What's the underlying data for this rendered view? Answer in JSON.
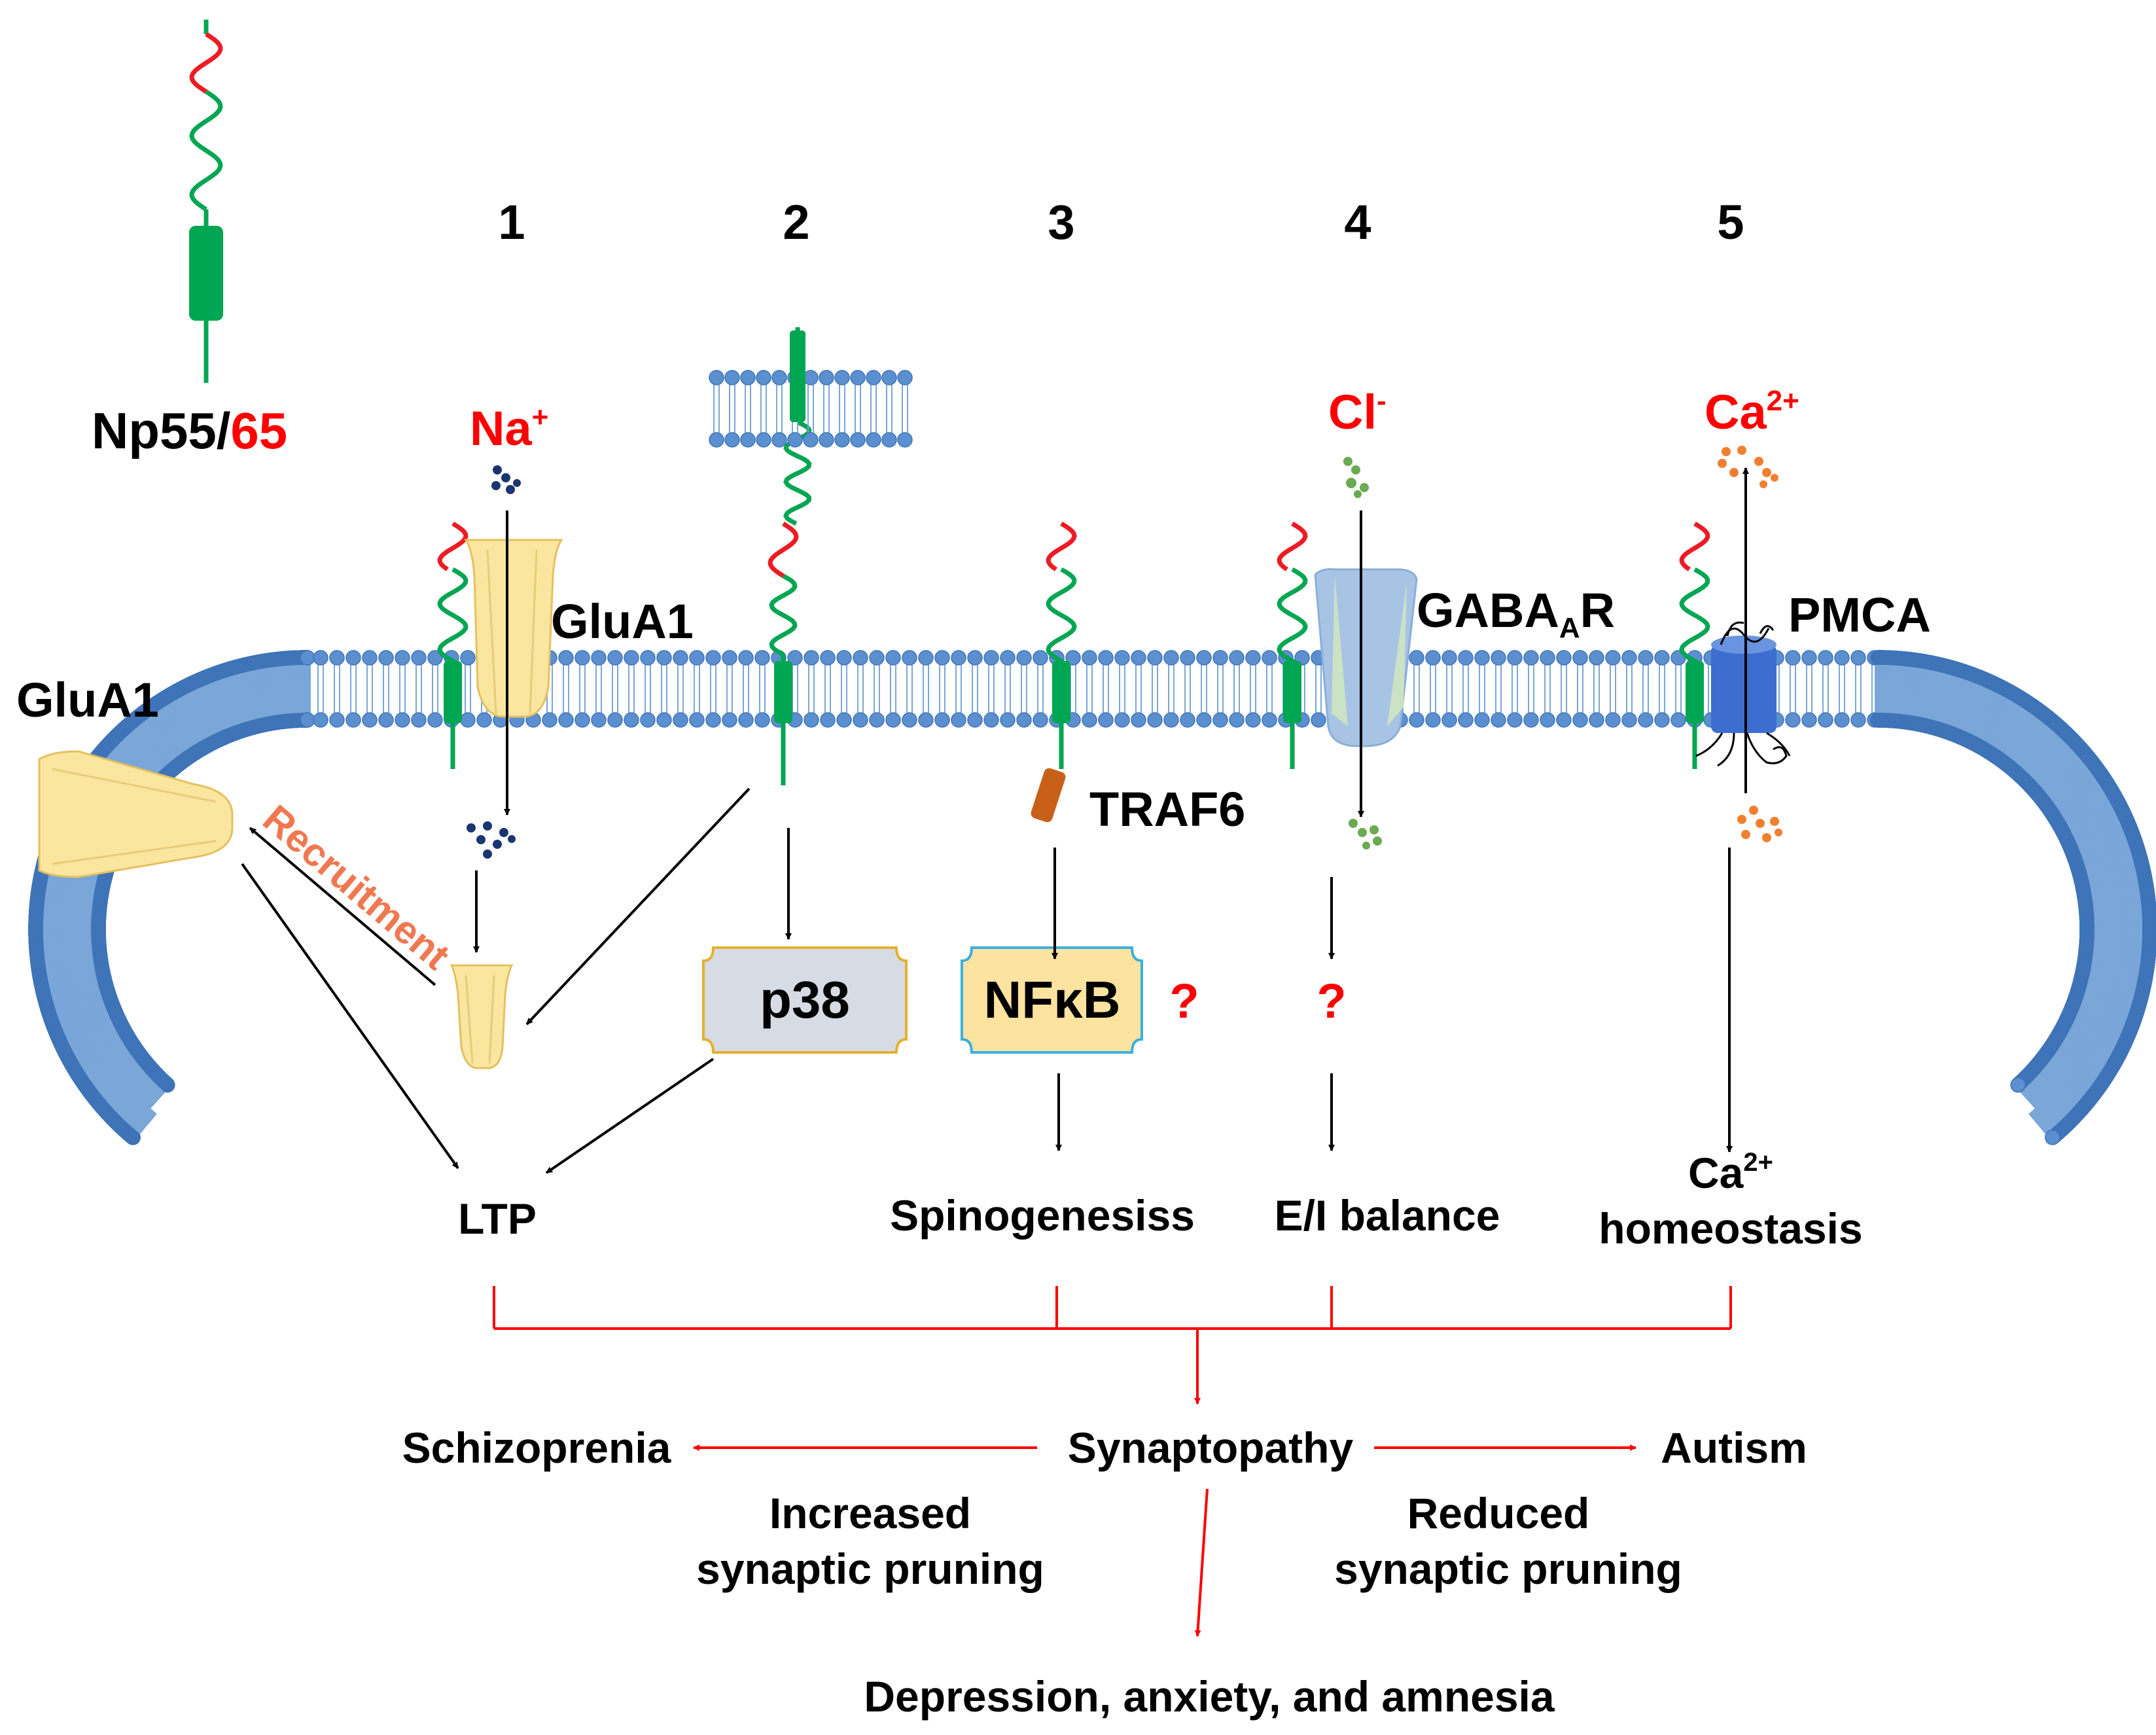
{
  "figure": {
    "np_label": {
      "black": "Np55/",
      "red": "65"
    },
    "pathway_numbers": [
      "1",
      "2",
      "3",
      "4",
      "5"
    ],
    "ions": {
      "na": {
        "base": "Na",
        "sup": "+"
      },
      "cl": {
        "base": "Cl",
        "sup": "-"
      },
      "ca": {
        "base": "Ca",
        "sup": "2+"
      }
    },
    "proteins": {
      "glua1_left": "GluA1",
      "glua1_top": "GluA1",
      "gabaar": {
        "main": "GABA",
        "sub": "A",
        "tail": "R"
      },
      "pmca": "PMCA",
      "traf6": "TRAF6",
      "p38": "p38",
      "nfkb": "NFκB"
    },
    "recruitment": "Recruitment",
    "unknown_mark": "?",
    "outcomes": {
      "ltp": "LTP",
      "spinogenesis": "Spinogenesiss",
      "ei_balance": "E/I balance",
      "ca_homeostasis": {
        "base": "Ca",
        "sup": "2+",
        "line2": "homeostasis"
      }
    },
    "disorders": {
      "synaptopathy": "Synaptopathy",
      "schizophrenia": "Schizoprenia",
      "autism": "Autism",
      "increased_pruning": [
        "Increased",
        "synaptic pruning"
      ],
      "reduced_pruning": [
        "Reduced",
        "synaptic pruning"
      ],
      "final": "Depression, anxiety, and amnesia"
    },
    "colors": {
      "membrane_head": "#5b8fd0",
      "membrane_tail": "#7aa6d8",
      "np_green": "#00a651",
      "np_red": "#ed1c24",
      "label_red": "#ff0000",
      "recruitment_orange": "#f07850",
      "glua1_fill": "#fbe6a0",
      "p38_fill": "#d6dbe4",
      "nfkb_fill": "#fde3a0",
      "traf6_fill": "#c8601a",
      "pmca_fill": "#3c6ed0",
      "gaba_fill": "#a8c4e4",
      "na_dot": "#1a3570",
      "cl_dot": "#6aaa50",
      "ca_dot": "#f08030"
    }
  }
}
